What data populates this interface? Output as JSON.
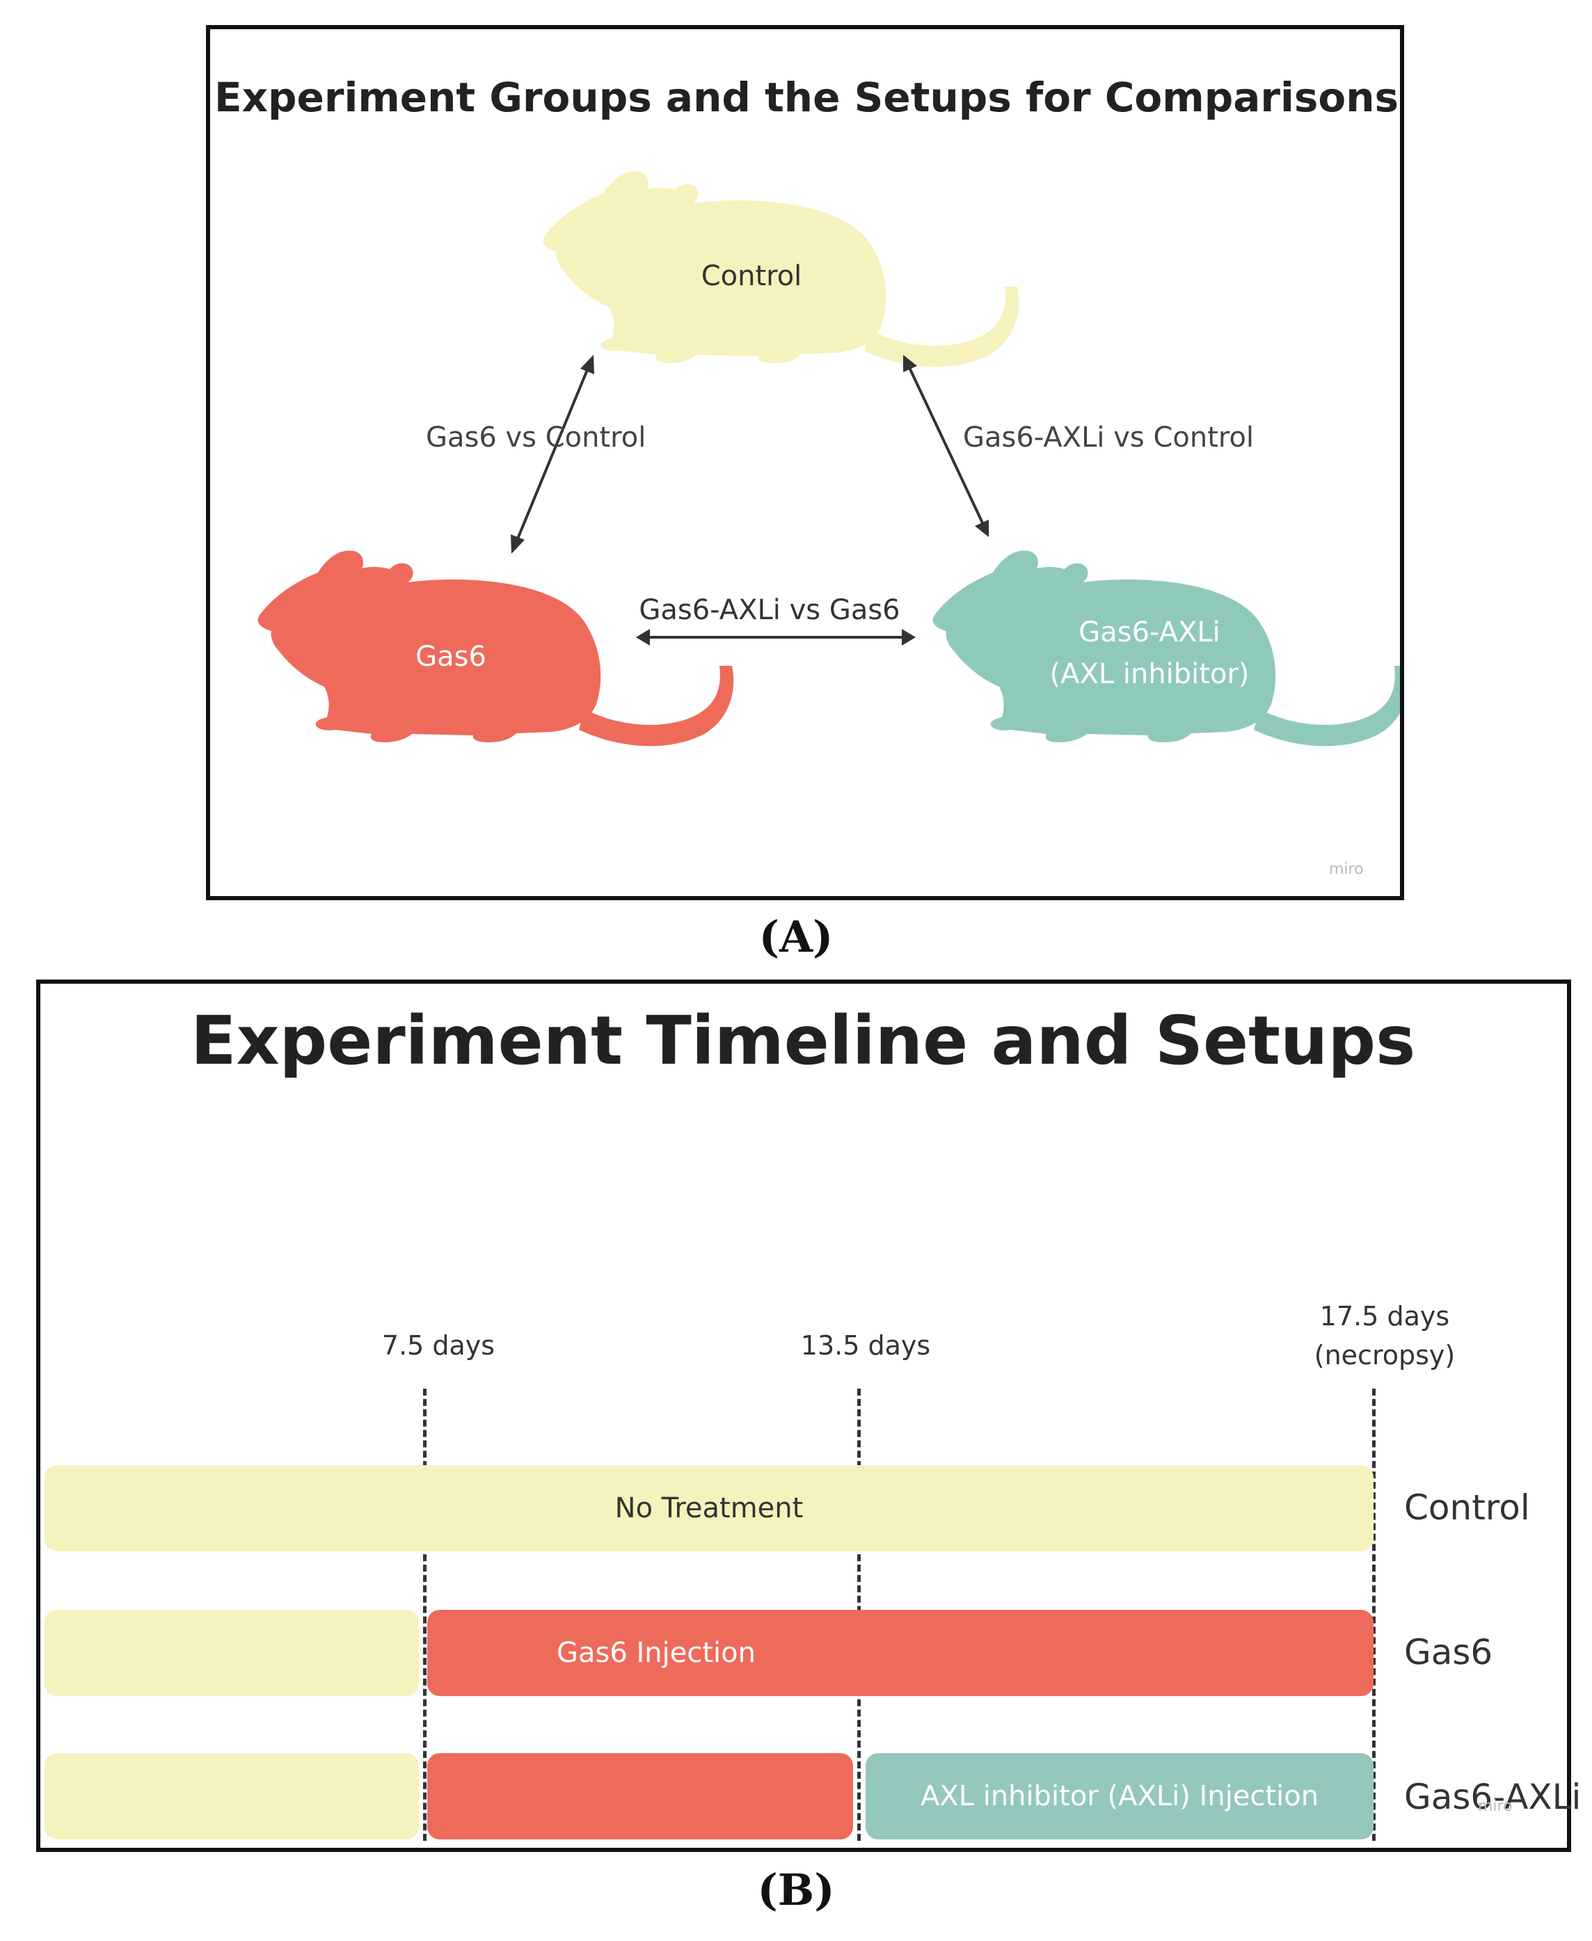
{
  "panel_a": {
    "title": "Experiment Groups and the Setups for Comparisons",
    "groups": {
      "control": "Control",
      "gas6": "Gas6",
      "gas6_axli_line1": "Gas6-AXLi",
      "gas6_axli_line2": "(AXL inhibitor)"
    },
    "comparisons": {
      "gas6_vs_control": "Gas6 vs Control",
      "axli_vs_control": "Gas6-AXLi vs Control",
      "axli_vs_gas6": "Gas6-AXLi vs Gas6"
    },
    "watermark": "miro",
    "colors": {
      "control": "#f5f2bd",
      "gas6": "#ee6a5b",
      "axli": "#8fc9bc"
    }
  },
  "caption_a": "(A)",
  "panel_b": {
    "title": "Experiment Timeline and Setups",
    "timepoints": {
      "t1": "7.5 days",
      "t2": "13.5 days",
      "t3_line1": "17.5 days",
      "t3_line2": "(necropsy)"
    },
    "rows": {
      "control_bar": "No Treatment",
      "gas6_bar": "Gas6 Injection",
      "axli_bar": "AXL inhibitor (AXLi) Injection"
    },
    "row_labels": {
      "control": "Control",
      "gas6": "Gas6",
      "axli": "Gas6-AXLi"
    },
    "watermark": "miro",
    "colors": {
      "no_treatment": "#f5f2bd",
      "gas6": "#ee6a5b",
      "axli": "#94c7bd"
    }
  },
  "caption_b": "(B)"
}
